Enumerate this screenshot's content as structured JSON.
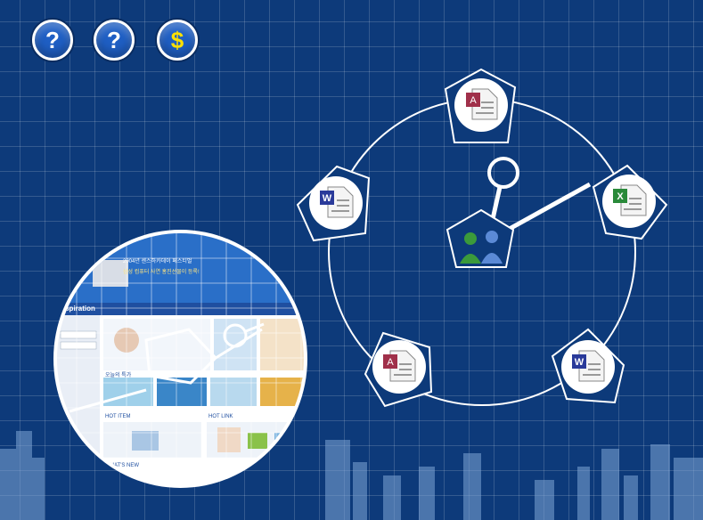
{
  "toolbar": {
    "help_button_1": "?",
    "help_button_2": "?",
    "price_button": "$"
  },
  "colors": {
    "background": "#0d3a7a",
    "grid": "#ffffff",
    "pentagon_fill": "#0d3a7a",
    "icon_ppt": "#a0304a",
    "icon_word": "#2a3a9a",
    "icon_excel": "#2a8a3a"
  },
  "nodes": {
    "top": "access-file-icon",
    "left": "word-file-icon",
    "right": "excel-file-icon",
    "bottom_left": "access-file-icon",
    "bottom_right": "word-file-icon",
    "center": "users-group-icon"
  },
  "website": {
    "banner_line1": "2004년 센스하카데이 페스티벌",
    "banner_line2": "삼성 컴퓨터 사연 홍진선물이 등록!",
    "logo": "inspiration",
    "section_today": "오늘의 특가",
    "section_hot_item": "HOT ITEM",
    "section_hot_link": "HOT LINK",
    "section_whats_new": "WHAT'S NEW"
  }
}
